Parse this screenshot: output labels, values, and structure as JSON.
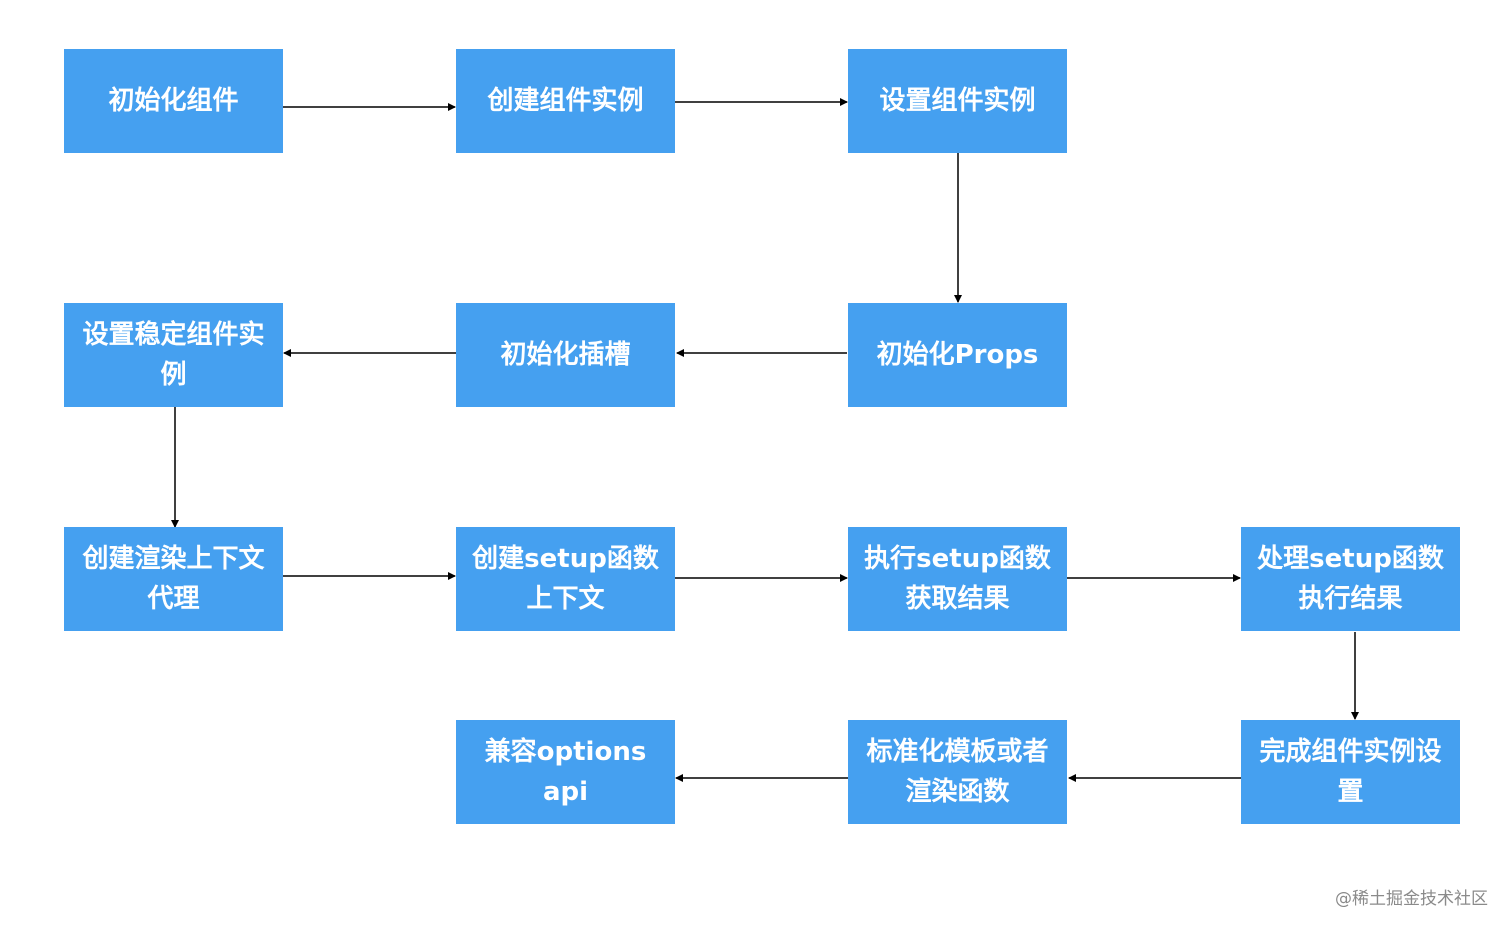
{
  "diagram": {
    "nodes": [
      {
        "id": "init-component",
        "label": "初始化组件"
      },
      {
        "id": "create-instance",
        "label": "创建组件实例"
      },
      {
        "id": "setup-instance",
        "label": "设置组件实例"
      },
      {
        "id": "init-props",
        "label": "初始化Props"
      },
      {
        "id": "init-slots",
        "label": "初始化插槽"
      },
      {
        "id": "setup-stateful",
        "label": "设置稳定组件实\n例"
      },
      {
        "id": "render-proxy",
        "label": "创建渲染上下文\n代理"
      },
      {
        "id": "setup-context",
        "label": "创建setup函数\n上下文"
      },
      {
        "id": "call-setup",
        "label": "执行setup函数\n获取结果"
      },
      {
        "id": "handle-setup-result",
        "label": "处理setup函数\n执行结果"
      },
      {
        "id": "finish-setup",
        "label": "完成组件实例设\n置"
      },
      {
        "id": "normalize-render",
        "label": "标准化模板或者\n渲染函数"
      },
      {
        "id": "options-api",
        "label": "兼容options api"
      }
    ],
    "edges": [
      {
        "from": "init-component",
        "to": "create-instance"
      },
      {
        "from": "create-instance",
        "to": "setup-instance"
      },
      {
        "from": "setup-instance",
        "to": "init-props"
      },
      {
        "from": "init-props",
        "to": "init-slots"
      },
      {
        "from": "init-slots",
        "to": "setup-stateful"
      },
      {
        "from": "setup-stateful",
        "to": "render-proxy"
      },
      {
        "from": "render-proxy",
        "to": "setup-context"
      },
      {
        "from": "setup-context",
        "to": "call-setup"
      },
      {
        "from": "call-setup",
        "to": "handle-setup-result"
      },
      {
        "from": "handle-setup-result",
        "to": "finish-setup"
      },
      {
        "from": "finish-setup",
        "to": "normalize-render"
      },
      {
        "from": "normalize-render",
        "to": "options-api"
      }
    ]
  },
  "colors": {
    "node_fill": "#45a0f0",
    "node_text": "#ffffff",
    "edge": "#000000",
    "watermark": "#8a8a8a"
  },
  "watermark": "@稀土掘金技术社区"
}
